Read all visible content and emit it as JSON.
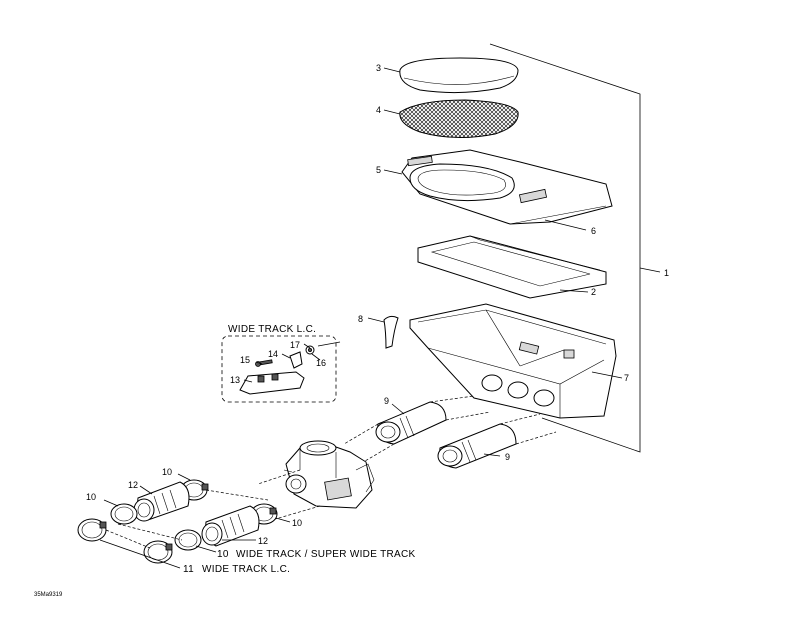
{
  "diagram": {
    "callouts": {
      "c1": "1",
      "c2": "2",
      "c3": "3",
      "c4": "4",
      "c5": "5",
      "c6": "6",
      "c7": "7",
      "c8": "8",
      "c9a": "9",
      "c9b": "9",
      "c10a": "10",
      "c10b": "10",
      "c10c": "10",
      "c12a": "12",
      "c12b": "12",
      "c13": "13",
      "c14": "14",
      "c15": "15",
      "c16": "16",
      "c17": "17"
    },
    "inset_title": "WIDE TRACK L.C.",
    "legend": {
      "line1_num": "10",
      "line1_text": "WIDE TRACK / SUPER WIDE TRACK",
      "line2_num": "11",
      "line2_text": "WIDE TRACK L.C."
    },
    "drawing_code": "35Ma9319"
  }
}
